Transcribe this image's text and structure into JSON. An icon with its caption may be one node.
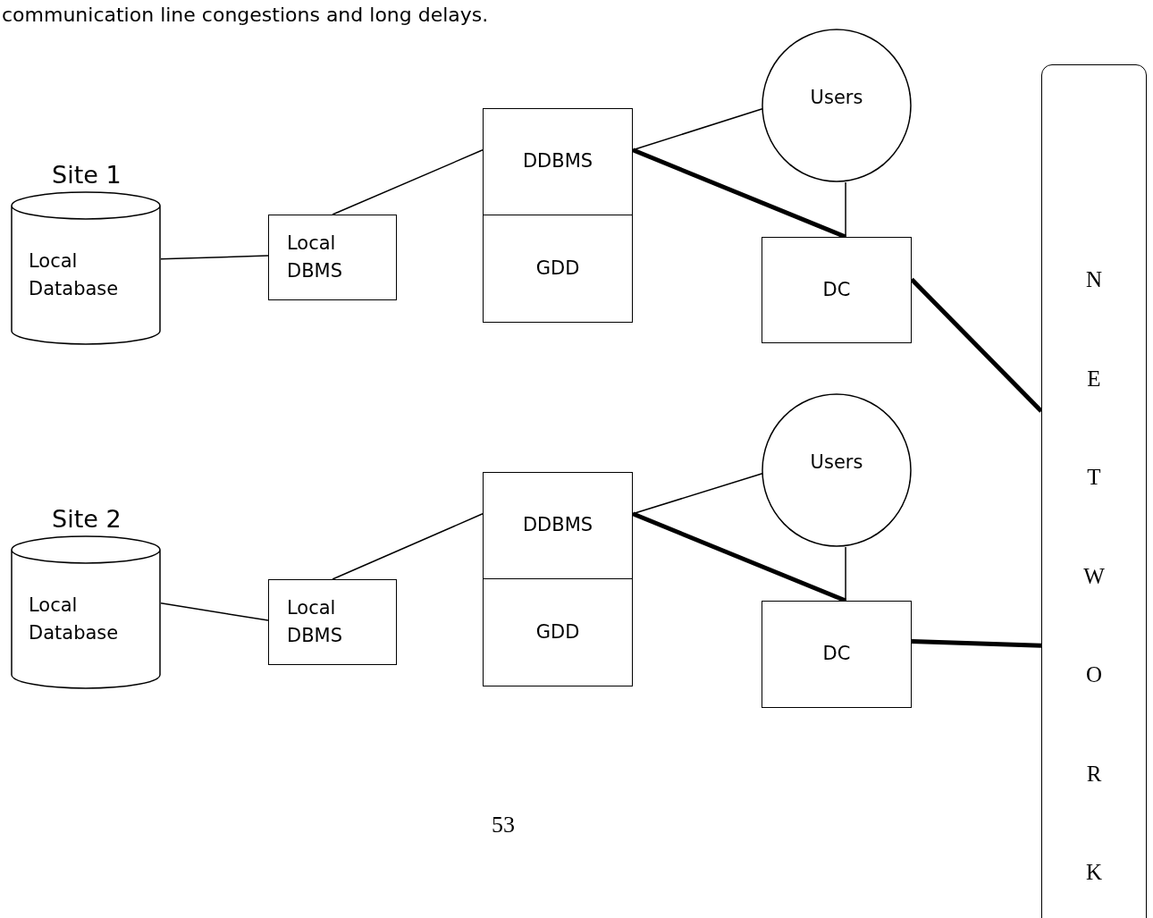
{
  "diagram": {
    "nodes": [
      {
        "text": [
          "Local Database"
        ],
        "beside": [
          "Site 1"
        ]
      },
      {
        "text": [
          "Local DBMS"
        ]
      },
      {
        "text": [
          "DDBMS"
        ]
      },
      {
        "text": [
          "GDD"
        ]
      },
      {
        "text": [
          "Users"
        ]
      },
      {
        "text": [
          "DC"
        ]
      },
      {
        "text": [
          "NETWORK"
        ]
      },
      {
        "text": [
          "Local Database"
        ],
        "beside": [
          "Site 2"
        ]
      },
      {
        "text": [
          "Local DBMS"
        ]
      },
      {
        "text": [
          "DDBMS"
        ]
      },
      {
        "text": [
          "GDD"
        ]
      },
      {
        "text": [
          "Users"
        ]
      },
      {
        "text": [
          "DC"
        ]
      }
    ],
    "edges": [
      {
        "from": 0,
        "to": 1,
        "arrow": "none"
      },
      {
        "from": 1,
        "to": 2,
        "arrow": "none"
      },
      {
        "from": 2,
        "to": 4,
        "arrow": "none"
      },
      {
        "from": 2,
        "to": 5,
        "arrow": "none",
        "style": "thick"
      },
      {
        "from": 4,
        "to": 5,
        "arrow": "none"
      },
      {
        "from": 5,
        "to": 6,
        "arrow": "none",
        "style": "thick"
      },
      {
        "from": 7,
        "to": 8,
        "arrow": "none"
      },
      {
        "from": 8,
        "to": 9,
        "arrow": "none"
      },
      {
        "from": 9,
        "to": 11,
        "arrow": "none"
      },
      {
        "from": 9,
        "to": 12,
        "arrow": "none",
        "style": "thick"
      },
      {
        "from": 11,
        "to": 12,
        "arrow": "none"
      },
      {
        "from": 12,
        "to": 6,
        "arrow": "none",
        "style": "thick"
      }
    ],
    "labels": [
      "communication line congestions and long delays.",
      "53"
    ]
  }
}
